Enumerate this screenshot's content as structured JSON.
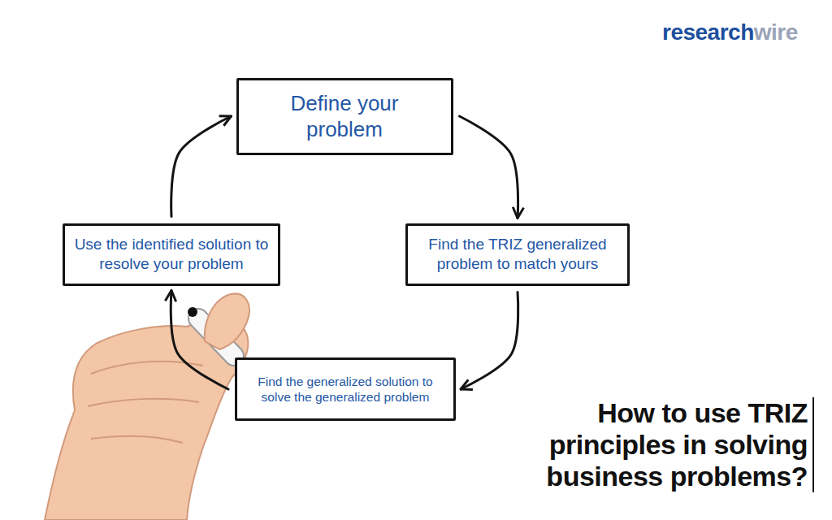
{
  "diagram": {
    "title": "How to use TRIZ principles in solving business problems?",
    "nodes": [
      {
        "text": [
          "Define your problem"
        ]
      },
      {
        "text": [
          "Find the TRIZ generalized problem to match yours"
        ]
      },
      {
        "text": [
          "Find the generalized solution to solve the generalized problem"
        ]
      },
      {
        "text": [
          "Use the identified solution to resolve your problem"
        ]
      }
    ],
    "edges": [
      {
        "from": 0,
        "to": 1,
        "arrow": "to"
      },
      {
        "from": 1,
        "to": 2,
        "arrow": "to"
      },
      {
        "from": 2,
        "to": 3,
        "arrow": "to"
      },
      {
        "from": 3,
        "to": 0,
        "arrow": "to"
      }
    ],
    "labels": [
      "research",
      "wire"
    ]
  }
}
